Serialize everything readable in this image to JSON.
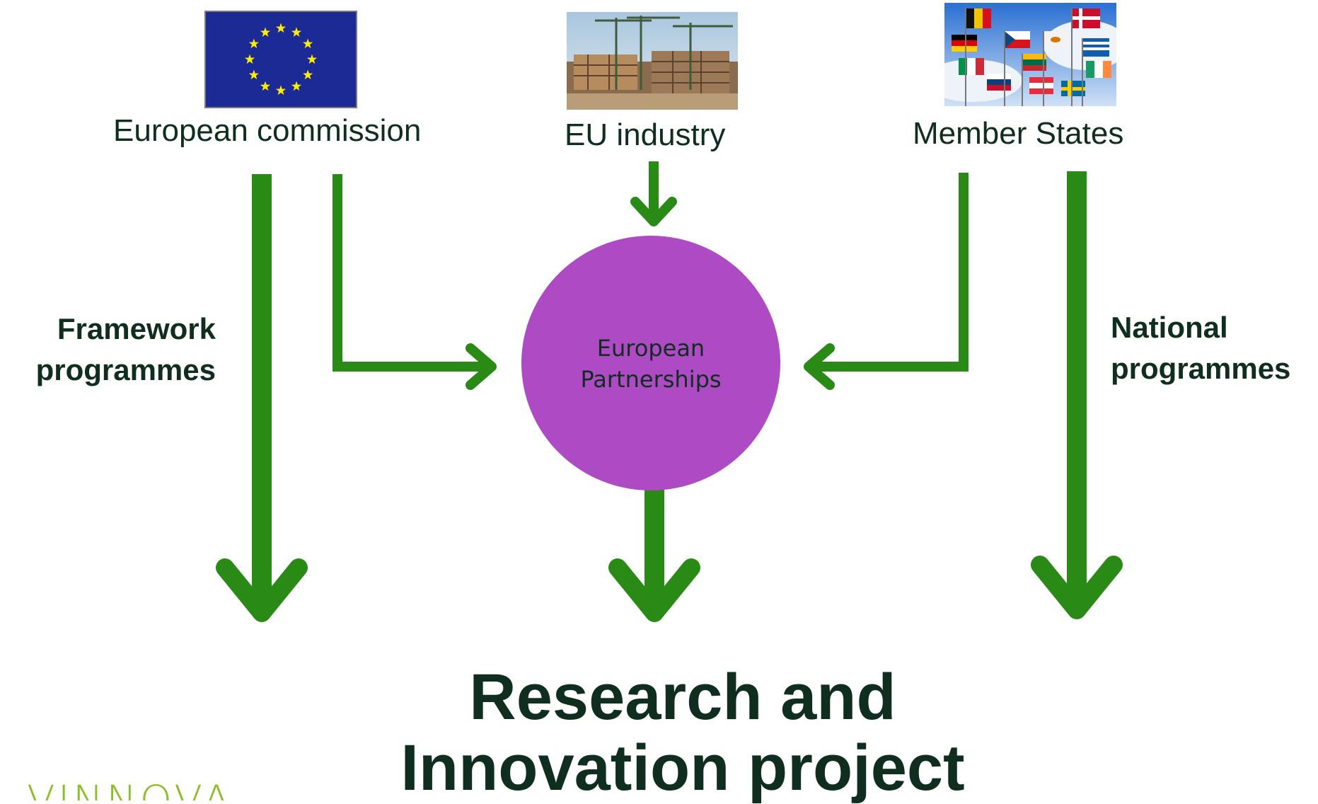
{
  "sources": {
    "commission": {
      "label": "European commission",
      "image_icon": "eu-flag"
    },
    "industry": {
      "label": "EU industry",
      "image_icon": "construction-site-photo"
    },
    "member_states": {
      "label": "Member States",
      "image_icon": "member-state-flags-photo"
    }
  },
  "hub": {
    "line1": "European",
    "line2": "Partnerships",
    "color": "#ad4ac4"
  },
  "channels": {
    "left": {
      "line1": "Framework",
      "line2": "programmes"
    },
    "right": {
      "line1": "National",
      "line2": "programmes"
    }
  },
  "outcome": {
    "line1": "Research and",
    "line2": "Innovation project"
  },
  "logo": {
    "text": "VINNOVA"
  },
  "colors": {
    "arrow": "#2a8a16",
    "text": "#0f2e1f",
    "eu_blue": "#1c2a95",
    "eu_star": "#ffed00",
    "logo": "#8cbe2a"
  }
}
